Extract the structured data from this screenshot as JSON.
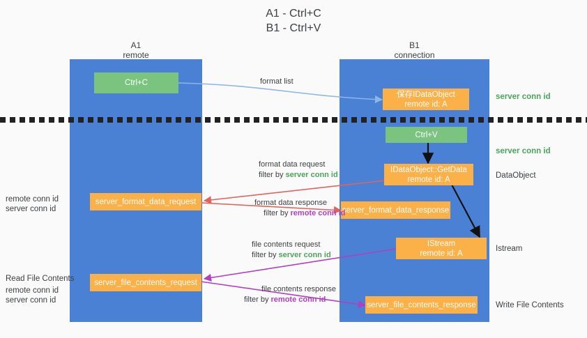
{
  "title": {
    "line1": "A1 - Ctrl+C",
    "line2": "B1 - Ctrl+V"
  },
  "lanes": [
    {
      "name": "a1",
      "header_line1": "A1",
      "header_line2": "remote"
    },
    {
      "name": "b1",
      "header_line1": "B1",
      "header_line2": "connection"
    }
  ],
  "nodes": {
    "ctrl_c": {
      "line1": "Ctrl+C",
      "line2": ""
    },
    "save_idataobject": {
      "line1": "保存IDataObject",
      "line2": "remote id: A"
    },
    "ctrl_v": {
      "line1": "Ctrl+V",
      "line2": ""
    },
    "getdata": {
      "line1": "IDataObject::GetData",
      "line2": "remote id: A"
    },
    "format_data_request": {
      "line1": "server_format_data_request",
      "line2": ""
    },
    "format_data_response": {
      "line1": "server_format_data_response",
      "line2": ""
    },
    "istream": {
      "line1": "IStream",
      "line2": "remote id: A"
    },
    "file_contents_request": {
      "line1": "server_file_contents_request",
      "line2": ""
    },
    "file_contents_response": {
      "line1": "server_file_contents_response",
      "line2": ""
    }
  },
  "captions": {
    "format_list": {
      "line1": "format list",
      "line2": "",
      "tag2": ""
    },
    "format_data_request": {
      "line1": "format data request",
      "line2": "filter by ",
      "tag2": "server conn id",
      "tag_color": "green"
    },
    "format_data_response": {
      "line1": "format data response",
      "line2": "filter by ",
      "tag2": "remote conn id",
      "tag_color": "purple"
    },
    "file_contents_request": {
      "line1": "file contents request",
      "line2": "filter by ",
      "tag2": "server conn id",
      "tag_color": "green"
    },
    "file_contents_response": {
      "line1": "file contents response",
      "line2": "filter by ",
      "tag2": "remote conn id",
      "tag_color": "purple"
    }
  },
  "right_labels": {
    "server_conn_id_top": "server conn id",
    "server_conn_id_mid": "server conn id",
    "dataobject": "DataObject",
    "istream": "Istream",
    "write_file_contents": "Write File Contents"
  },
  "left_labels": {
    "conn_ids_mid": {
      "line1": "remote conn id",
      "line2": "server conn id"
    },
    "read_file_head": "Read File Contents",
    "conn_ids_low": {
      "line1": "remote conn id",
      "line2": "server conn id"
    }
  },
  "colors": {
    "lane": "#4a81d4",
    "green_node": "#7bc47f",
    "orange_node": "#fbb048",
    "arrow_blue": "#8ab6e8",
    "arrow_red": "#e0645c",
    "arrow_purple": "#b040c0",
    "arrow_black": "#111111",
    "green_text": "#4aa65a",
    "purple_text": "#b040c0",
    "background": "#fafafa"
  }
}
